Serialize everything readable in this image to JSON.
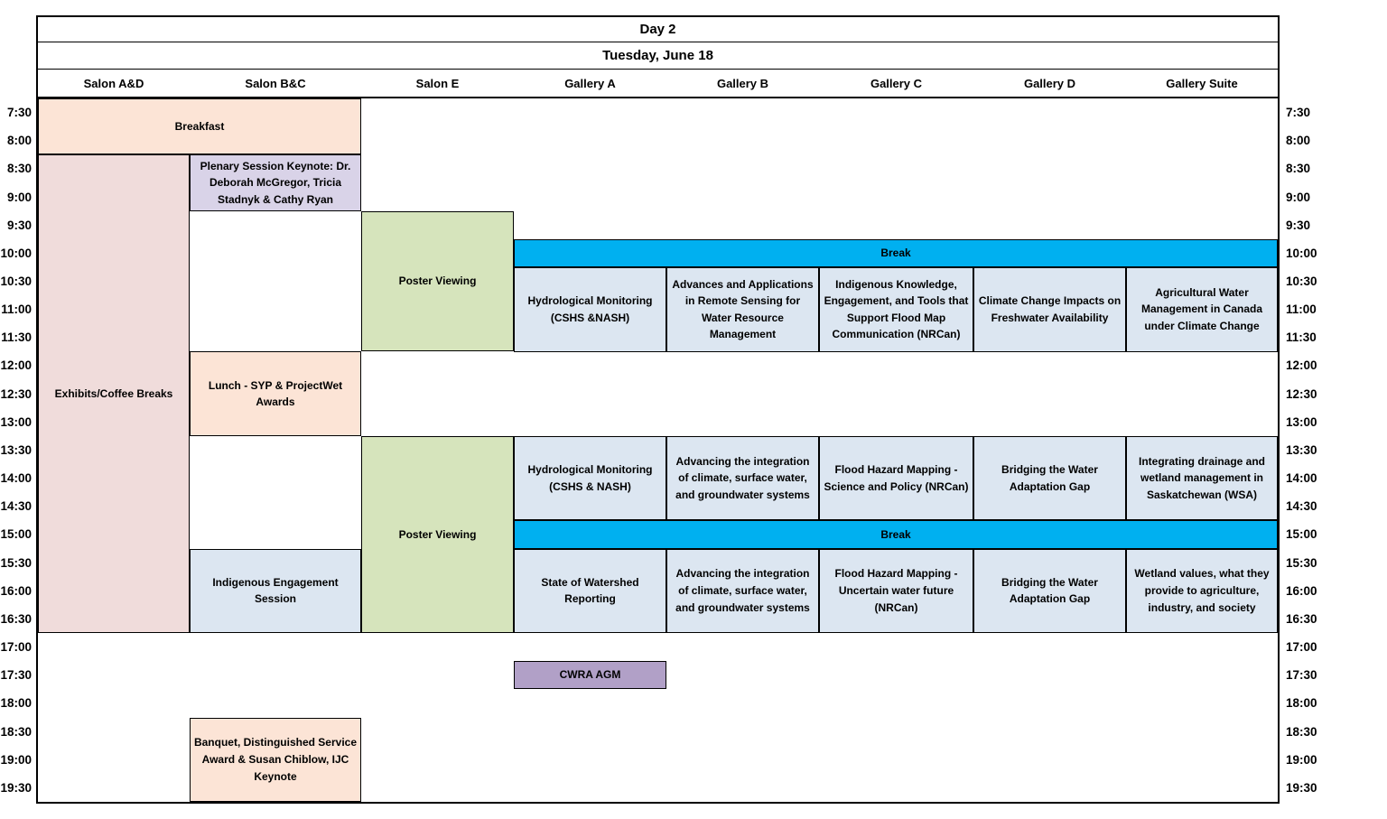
{
  "title": "Day 2",
  "date": "Tuesday, June 18",
  "columns": [
    "Salon A&D",
    "Salon B&C",
    "Salon E",
    "Gallery A",
    "Gallery B",
    "Gallery C",
    "Gallery D",
    "Gallery Suite"
  ],
  "times": [
    "7:30",
    "8:00",
    "8:30",
    "9:00",
    "9:30",
    "10:00",
    "10:30",
    "11:00",
    "11:30",
    "12:00",
    "12:30",
    "13:00",
    "13:30",
    "14:00",
    "14:30",
    "15:00",
    "15:30",
    "16:00",
    "16:30",
    "17:00",
    "17:30",
    "18:00",
    "18:30",
    "19:00",
    "19:30"
  ],
  "colors": {
    "peach": "#fce4d6",
    "pink": "#f0dcdb",
    "lavender": "#d9d3e8",
    "green": "#d6e4bc",
    "cyan": "#00b0f0",
    "blue": "#dce6f1",
    "purple": "#b1a0c7",
    "border": "#000000",
    "text": "#000000"
  },
  "events": [
    {
      "label": "Breakfast",
      "room_start": "Salon A&D",
      "room_end": "Salon B&C",
      "start": "7:30",
      "end": "8:30",
      "color": "peach"
    },
    {
      "label": "Exhibits/Coffee Breaks",
      "room_start": "Salon A&D",
      "room_end": "Salon A&D",
      "start": "8:30",
      "end": "17:00",
      "color": "pink"
    },
    {
      "label": "Plenary Session Keynote: Dr. Deborah McGregor, Tricia Stadnyk & Cathy Ryan",
      "room_start": "Salon B&C",
      "room_end": "Salon B&C",
      "start": "8:30",
      "end": "9:30",
      "color": "lavender"
    },
    {
      "label": "Poster Viewing",
      "room_start": "Salon E",
      "room_end": "Salon E",
      "start": "9:30",
      "end": "12:00",
      "color": "green"
    },
    {
      "label": "Break",
      "room_start": "Gallery A",
      "room_end": "Gallery Suite",
      "start": "10:00",
      "end": "10:30",
      "color": "cyan"
    },
    {
      "label": "Hydrological Monitoring (CSHS &NASH)",
      "room_start": "Gallery A",
      "room_end": "Gallery A",
      "start": "10:30",
      "end": "12:00",
      "color": "blue"
    },
    {
      "label": "Advances and Applications in Remote Sensing for Water Resource Management",
      "room_start": "Gallery B",
      "room_end": "Gallery B",
      "start": "10:30",
      "end": "12:00",
      "color": "blue"
    },
    {
      "label": "Indigenous Knowledge, Engagement, and Tools that Support Flood Map Communication (NRCan)",
      "room_start": "Gallery C",
      "room_end": "Gallery C",
      "start": "10:30",
      "end": "12:00",
      "color": "blue"
    },
    {
      "label": "Climate Change Impacts on Freshwater Availability",
      "room_start": "Gallery D",
      "room_end": "Gallery D",
      "start": "10:30",
      "end": "12:00",
      "color": "blue"
    },
    {
      "label": "Agricultural Water Management in Canada under Climate Change",
      "room_start": "Gallery Suite",
      "room_end": "Gallery Suite",
      "start": "10:30",
      "end": "12:00",
      "color": "blue"
    },
    {
      "label": "Lunch - SYP & ProjectWet Awards",
      "room_start": "Salon B&C",
      "room_end": "Salon B&C",
      "start": "12:00",
      "end": "13:30",
      "color": "peach"
    },
    {
      "label": "Poster Viewing",
      "room_start": "Salon E",
      "room_end": "Salon E",
      "start": "13:30",
      "end": "17:00",
      "color": "green"
    },
    {
      "label": "Hydrological Monitoring (CSHS & NASH)",
      "room_start": "Gallery A",
      "room_end": "Gallery A",
      "start": "13:30",
      "end": "15:00",
      "color": "blue"
    },
    {
      "label": "Advancing the integration of climate, surface water, and groundwater systems",
      "room_start": "Gallery B",
      "room_end": "Gallery B",
      "start": "13:30",
      "end": "15:00",
      "color": "blue"
    },
    {
      "label": "Flood Hazard Mapping - Science and Policy (NRCan)",
      "room_start": "Gallery C",
      "room_end": "Gallery C",
      "start": "13:30",
      "end": "15:00",
      "color": "blue"
    },
    {
      "label": "Bridging the Water Adaptation Gap",
      "room_start": "Gallery D",
      "room_end": "Gallery D",
      "start": "13:30",
      "end": "15:00",
      "color": "blue"
    },
    {
      "label": "Integrating drainage and wetland management in Saskatchewan (WSA)",
      "room_start": "Gallery Suite",
      "room_end": "Gallery Suite",
      "start": "13:30",
      "end": "15:00",
      "color": "blue"
    },
    {
      "label": "Break",
      "room_start": "Gallery A",
      "room_end": "Gallery Suite",
      "start": "15:00",
      "end": "15:30",
      "color": "cyan"
    },
    {
      "label": "Indigenous Engagement Session",
      "room_start": "Salon B&C",
      "room_end": "Salon B&C",
      "start": "15:30",
      "end": "17:00",
      "color": "blue"
    },
    {
      "label": "State of Watershed Reporting",
      "room_start": "Gallery A",
      "room_end": "Gallery A",
      "start": "15:30",
      "end": "17:00",
      "color": "blue"
    },
    {
      "label": "Advancing the integration of climate, surface water, and groundwater systems",
      "room_start": "Gallery B",
      "room_end": "Gallery B",
      "start": "15:30",
      "end": "17:00",
      "color": "blue"
    },
    {
      "label": "Flood Hazard Mapping - Uncertain water future (NRCan)",
      "room_start": "Gallery C",
      "room_end": "Gallery C",
      "start": "15:30",
      "end": "17:00",
      "color": "blue"
    },
    {
      "label": "Bridging the Water Adaptation Gap",
      "room_start": "Gallery D",
      "room_end": "Gallery D",
      "start": "15:30",
      "end": "17:00",
      "color": "blue"
    },
    {
      "label": "Wetland values, what they provide to agriculture, industry, and society",
      "room_start": "Gallery Suite",
      "room_end": "Gallery Suite",
      "start": "15:30",
      "end": "17:00",
      "color": "blue"
    },
    {
      "label": "CWRA AGM",
      "room_start": "Gallery A",
      "room_end": "Gallery A",
      "start": "17:30",
      "end": "18:00",
      "color": "purple"
    },
    {
      "label": "Banquet, Distinguished Service Award & Susan Chiblow, IJC Keynote",
      "room_start": "Salon B&C",
      "room_end": "Salon B&C",
      "start": "18:30",
      "end": "20:00",
      "color": "peach"
    }
  ]
}
